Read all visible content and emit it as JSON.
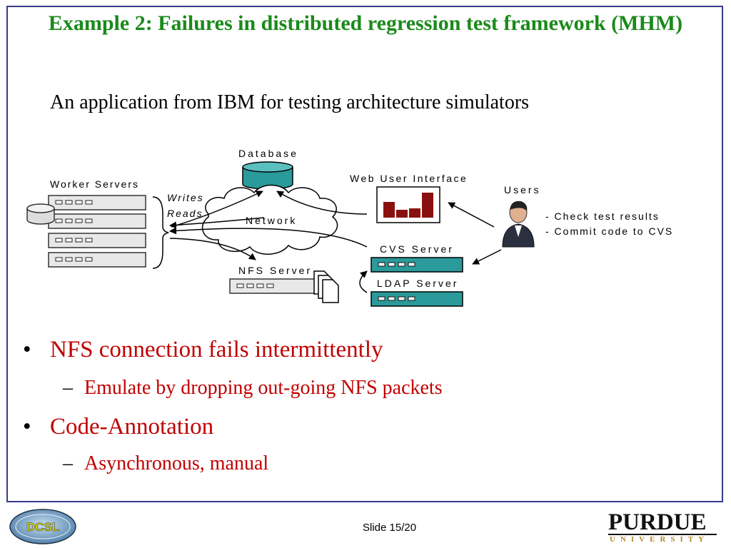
{
  "slide": {
    "title": "Example 2: Failures in distributed regression test framework (MHM)",
    "subtitle": "An application from IBM for testing architecture simulators",
    "footer": "Slide 15/20",
    "logos": {
      "left": "DCSL",
      "right_name": "PURDUE",
      "right_sub": "UNIVERSITY"
    }
  },
  "diagram": {
    "worker_servers": "Worker Servers",
    "writes": "Writes",
    "reads": "Reads",
    "database": "Database",
    "network": "Network",
    "nfs_server": "NFS Server",
    "web_ui": "Web User Interface",
    "users": "Users",
    "user_task_1": "- Check test results",
    "user_task_2": "- Commit code to CVS",
    "cvs_server": "CVS Server",
    "ldap_server": "LDAP Server"
  },
  "bullets": [
    {
      "text": "NFS connection fails intermittently",
      "sub": "Emulate by dropping out-going NFS packets"
    },
    {
      "text": "Code-Annotation",
      "sub": "Asynchronous, manual"
    }
  ],
  "colors": {
    "title": "#1a8a1a",
    "bullet": "#c00000",
    "frame": "#3a3a8a",
    "server_teal": "#2a9a9a",
    "chart_bar": "#8a1010"
  }
}
